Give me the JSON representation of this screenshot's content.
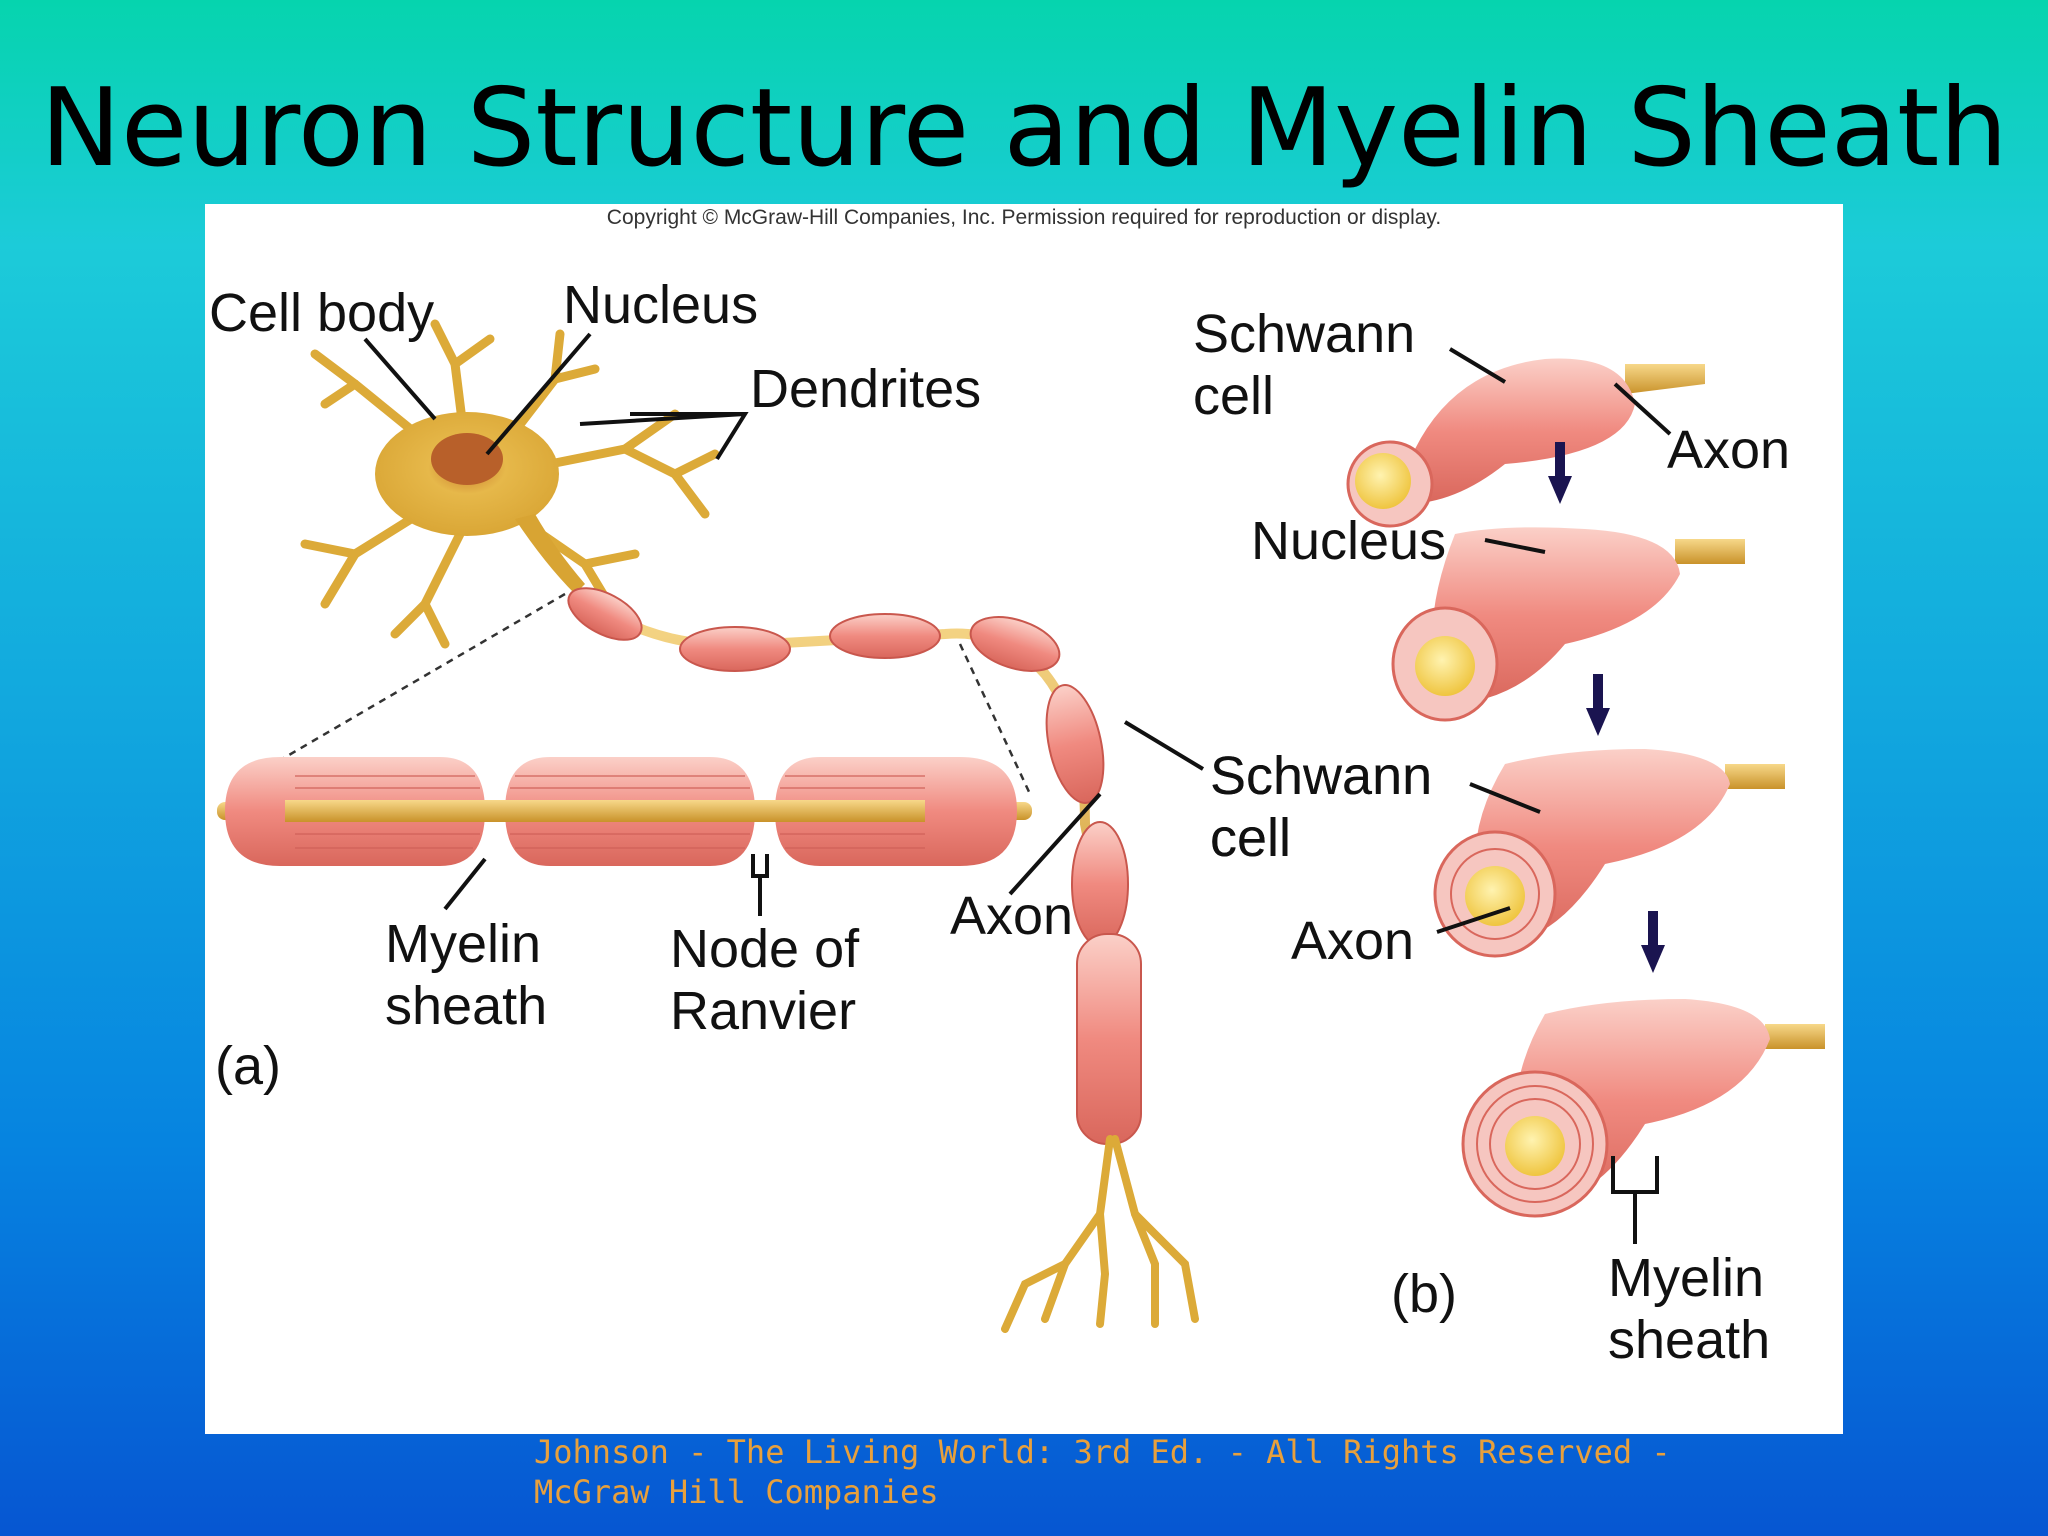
{
  "slide": {
    "title": "Neuron Structure and Myelin Sheath",
    "footer": "Johnson - The Living World: 3rd Ed.  - All Rights Reserved - McGraw Hill Companies"
  },
  "figure": {
    "copyright": "Copyright © McGraw-Hill Companies, Inc. Permission required for reproduction or display.",
    "part_a": {
      "panel_label": "(a)",
      "cell_body": "Cell body",
      "nucleus": "Nucleus",
      "dendrites": "Dendrites",
      "myelin_sheath": [
        "Myelin",
        "sheath"
      ],
      "node_of_ranvier": [
        "Node of",
        "Ranvier"
      ],
      "axon": "Axon",
      "schwann_cell": [
        "Schwann",
        "cell"
      ]
    },
    "part_b": {
      "panel_label": "(b)",
      "schwann_cell": [
        "Schwann",
        "cell"
      ],
      "axon_top": "Axon",
      "nucleus": "Nucleus",
      "schwann_cell_2": [
        "Schwann",
        "cell"
      ],
      "axon_2": "Axon",
      "myelin_sheath": [
        "Myelin",
        "sheath"
      ]
    }
  },
  "colors": {
    "myelin": "#f08a80",
    "axon": "#e0b040",
    "cell_body": "#e2b23a",
    "arrow": "#1a1450"
  }
}
